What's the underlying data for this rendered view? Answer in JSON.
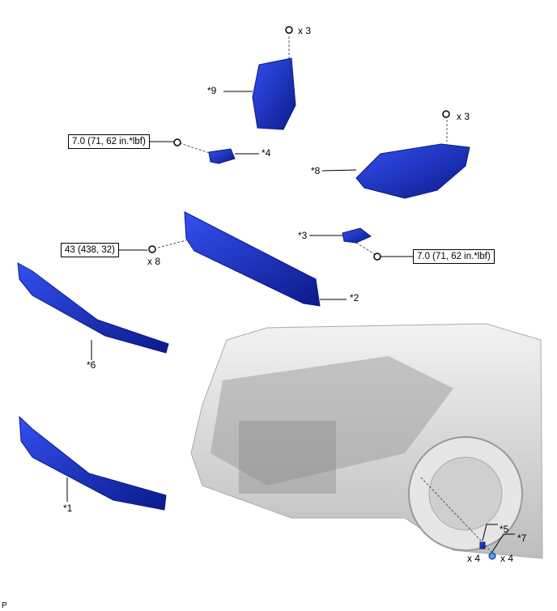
{
  "parts": {
    "p1": "*1",
    "p2": "*2",
    "p3": "*3",
    "p4": "*4",
    "p5": "*5",
    "p6": "*6",
    "p7": "*7",
    "p8": "*8",
    "p9": "*9"
  },
  "quantities": {
    "q9": "x 3",
    "q8": "x 3",
    "q_bar": "x 8",
    "q5": "x 4",
    "q7": "x 4"
  },
  "torques": {
    "t4": "7.0 (71, 62 in.*lbf)",
    "t3": "7.0 (71, 62 in.*lbf)",
    "t_bar": "43 (438, 32)"
  },
  "footer": {
    "code": "P"
  },
  "colors": {
    "part": "#1a2fd0",
    "part_dark": "#0b1a8a",
    "car": "#d8d8d8"
  }
}
